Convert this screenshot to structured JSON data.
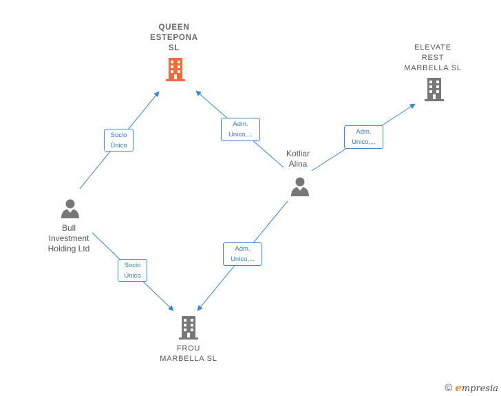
{
  "nodes": {
    "queen_estepona": {
      "label": "QUEEN\nESTEPONA\nSL",
      "icon": "building-icon",
      "color": "#f26a3c"
    },
    "elevate_rest": {
      "label": "ELEVATE\nREST\nMARBELLA  SL",
      "icon": "building-icon",
      "color": "#777777"
    },
    "frou_marbella": {
      "label": "FROU\nMARBELLA  SL",
      "icon": "building-icon",
      "color": "#777777"
    },
    "kotliar_alina": {
      "label": "Kotliar\nAlina",
      "icon": "person-icon",
      "color": "#777777"
    },
    "bull_investment": {
      "label": "Bull\nInvestment\nHolding Ltd",
      "icon": "person-icon",
      "color": "#777777"
    }
  },
  "edges": {
    "bull_to_queen": {
      "label": "Socio\nÚnico"
    },
    "kotliar_to_queen": {
      "label": "Adm.\nUnico,..."
    },
    "kotliar_to_elevate": {
      "label": "Adm.\nUnico,..."
    },
    "kotliar_to_frou": {
      "label": "Adm.\nUnico,..."
    },
    "bull_to_frou": {
      "label": "Socio\nÚnico"
    }
  },
  "colors": {
    "edge": "#3b86d4",
    "highlight": "#f26a3c",
    "neutral": "#777777"
  },
  "brand": {
    "copyright": "©",
    "initial": "e",
    "name": "mpresia"
  }
}
